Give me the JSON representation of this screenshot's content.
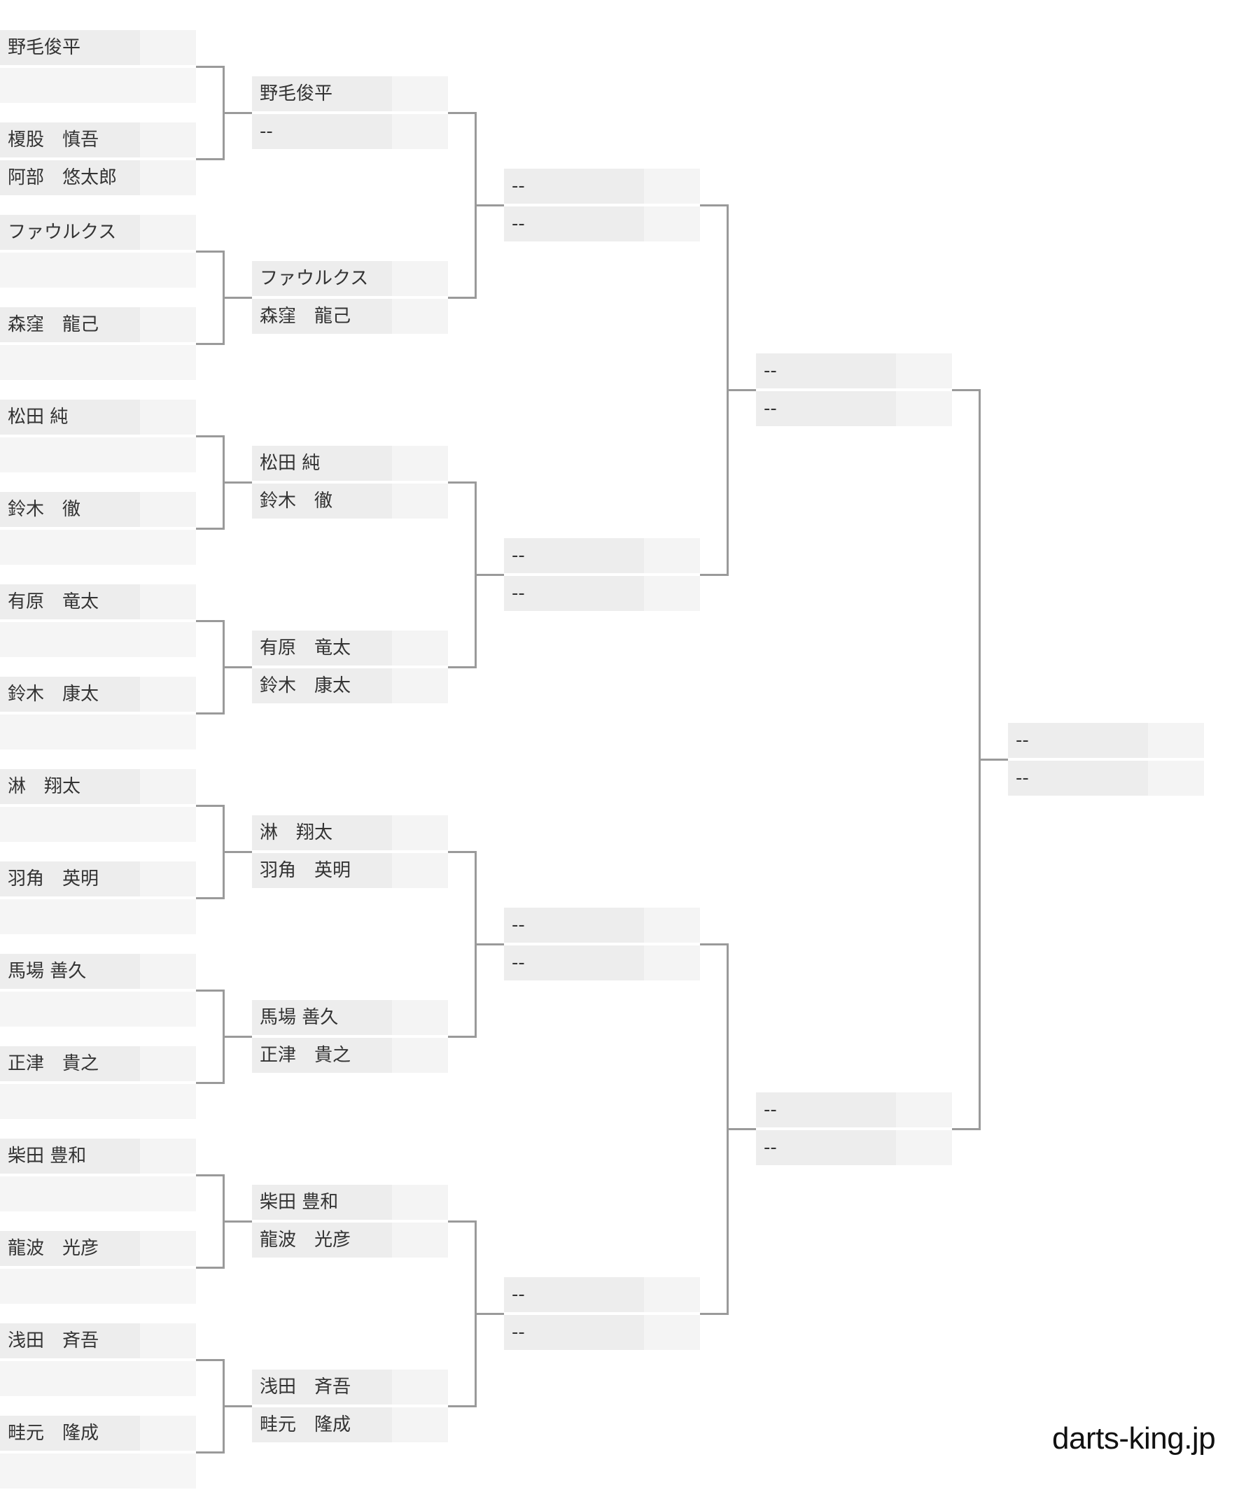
{
  "site": {
    "watermark": "darts-king.jp"
  },
  "colors": {
    "name_cell_bg": "#ededed",
    "score_cell_bg": "#f4f4f4",
    "empty_row_bg": "#f5f5f5",
    "connector_line": "#9a9a9a",
    "text": "#333333"
  },
  "bracket": {
    "rounds": [
      {
        "label": "round-1",
        "matches": [
          {
            "players": [
              {
                "name": "野毛俊平",
                "score": ""
              },
              {
                "name": "",
                "score": ""
              }
            ]
          },
          {
            "players": [
              {
                "name": "榎股　慎吾",
                "score": ""
              },
              {
                "name": "阿部　悠太郎",
                "score": ""
              }
            ]
          },
          {
            "players": [
              {
                "name": "ファウルクス",
                "score": ""
              },
              {
                "name": "",
                "score": ""
              }
            ]
          },
          {
            "players": [
              {
                "name": "森窪　龍己",
                "score": ""
              },
              {
                "name": "",
                "score": ""
              }
            ]
          },
          {
            "players": [
              {
                "name": "松田 純",
                "score": ""
              },
              {
                "name": "",
                "score": ""
              }
            ]
          },
          {
            "players": [
              {
                "name": "鈴木　徹",
                "score": ""
              },
              {
                "name": "",
                "score": ""
              }
            ]
          },
          {
            "players": [
              {
                "name": "有原　竜太",
                "score": ""
              },
              {
                "name": "",
                "score": ""
              }
            ]
          },
          {
            "players": [
              {
                "name": "鈴木　康太",
                "score": ""
              },
              {
                "name": "",
                "score": ""
              }
            ]
          },
          {
            "players": [
              {
                "name": "淋　翔太",
                "score": ""
              },
              {
                "name": "",
                "score": ""
              }
            ]
          },
          {
            "players": [
              {
                "name": "羽角　英明",
                "score": ""
              },
              {
                "name": "",
                "score": ""
              }
            ]
          },
          {
            "players": [
              {
                "name": "馬場 善久",
                "score": ""
              },
              {
                "name": "",
                "score": ""
              }
            ]
          },
          {
            "players": [
              {
                "name": "正津　貴之",
                "score": ""
              },
              {
                "name": "",
                "score": ""
              }
            ]
          },
          {
            "players": [
              {
                "name": "柴田 豊和",
                "score": ""
              },
              {
                "name": "",
                "score": ""
              }
            ]
          },
          {
            "players": [
              {
                "name": "龍波　光彦",
                "score": ""
              },
              {
                "name": "",
                "score": ""
              }
            ]
          },
          {
            "players": [
              {
                "name": "浅田　斉吾",
                "score": ""
              },
              {
                "name": "",
                "score": ""
              }
            ]
          },
          {
            "players": [
              {
                "name": "畦元　隆成",
                "score": ""
              },
              {
                "name": "",
                "score": ""
              }
            ]
          }
        ]
      },
      {
        "label": "round-2",
        "matches": [
          {
            "players": [
              {
                "name": "野毛俊平",
                "score": ""
              },
              {
                "name": "--",
                "score": ""
              }
            ]
          },
          {
            "players": [
              {
                "name": "ファウルクス",
                "score": ""
              },
              {
                "name": "森窪　龍己",
                "score": ""
              }
            ]
          },
          {
            "players": [
              {
                "name": "松田 純",
                "score": ""
              },
              {
                "name": "鈴木　徹",
                "score": ""
              }
            ]
          },
          {
            "players": [
              {
                "name": "有原　竜太",
                "score": ""
              },
              {
                "name": "鈴木　康太",
                "score": ""
              }
            ]
          },
          {
            "players": [
              {
                "name": "淋　翔太",
                "score": ""
              },
              {
                "name": "羽角　英明",
                "score": ""
              }
            ]
          },
          {
            "players": [
              {
                "name": "馬場 善久",
                "score": ""
              },
              {
                "name": "正津　貴之",
                "score": ""
              }
            ]
          },
          {
            "players": [
              {
                "name": "柴田 豊和",
                "score": ""
              },
              {
                "name": "龍波　光彦",
                "score": ""
              }
            ]
          },
          {
            "players": [
              {
                "name": "浅田　斉吾",
                "score": ""
              },
              {
                "name": "畦元　隆成",
                "score": ""
              }
            ]
          }
        ]
      },
      {
        "label": "round-3",
        "matches": [
          {
            "players": [
              {
                "name": "--",
                "score": ""
              },
              {
                "name": "--",
                "score": ""
              }
            ]
          },
          {
            "players": [
              {
                "name": "--",
                "score": ""
              },
              {
                "name": "--",
                "score": ""
              }
            ]
          },
          {
            "players": [
              {
                "name": "--",
                "score": ""
              },
              {
                "name": "--",
                "score": ""
              }
            ]
          },
          {
            "players": [
              {
                "name": "--",
                "score": ""
              },
              {
                "name": "--",
                "score": ""
              }
            ]
          }
        ]
      },
      {
        "label": "semifinal",
        "matches": [
          {
            "players": [
              {
                "name": "--",
                "score": ""
              },
              {
                "name": "--",
                "score": ""
              }
            ]
          },
          {
            "players": [
              {
                "name": "--",
                "score": ""
              },
              {
                "name": "--",
                "score": ""
              }
            ]
          }
        ]
      },
      {
        "label": "final",
        "matches": [
          {
            "players": [
              {
                "name": "--",
                "score": ""
              },
              {
                "name": "--",
                "score": ""
              }
            ]
          }
        ]
      }
    ]
  }
}
